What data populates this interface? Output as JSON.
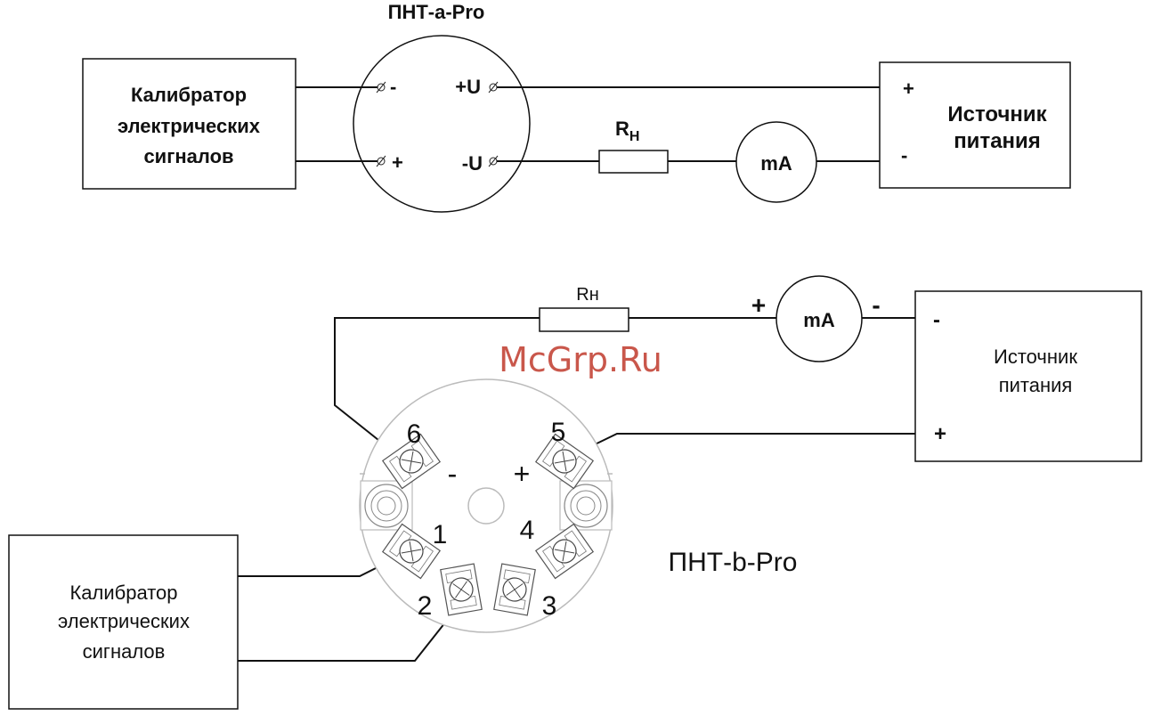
{
  "top": {
    "device_title": "ПНТ-а-Pro",
    "calibrator_lines": [
      "Калибратор",
      "электрических",
      "сигналов"
    ],
    "power_lines": [
      "Источник",
      "питания"
    ],
    "power_plus": "+",
    "power_minus": "-",
    "term_left_minus": "-",
    "term_left_plus": "+",
    "term_right_plus": "+U",
    "term_right_minus": "-U",
    "resistor_main": "R",
    "resistor_sub": "H",
    "meter": "mA"
  },
  "bottom": {
    "device_title": "ПНТ-b-Pro",
    "calibrator_lines": [
      "Калибратор",
      "электрических",
      "сигналов"
    ],
    "power_lines": [
      "Источник",
      "питания"
    ],
    "power_minus": "-",
    "power_plus": "+",
    "resistor": "Rн",
    "meter": "mA",
    "meter_plus": "+",
    "meter_minus": "-",
    "terminal_labels": [
      "6",
      "5",
      "1",
      "4",
      "2",
      "3"
    ],
    "polarity_minus": "-",
    "polarity_plus": "+"
  },
  "watermark": "McGrp.Ru",
  "colors": {
    "line": "#111111",
    "watermark": "#c0392b"
  }
}
